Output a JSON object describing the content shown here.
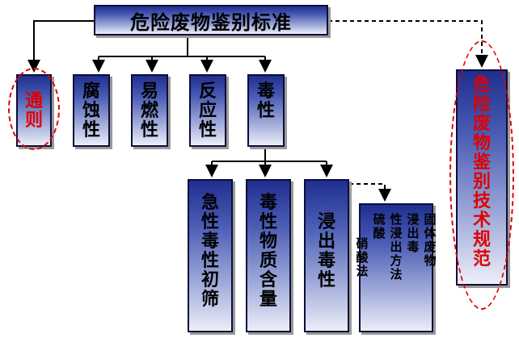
{
  "title": "危险废物鉴别标准",
  "left": "通则",
  "level1": [
    "腐蚀性",
    "易燃性",
    "反应性",
    "毒性"
  ],
  "toxicity": [
    "急性毒性初筛",
    "毒性物质含量",
    "浸出毒性"
  ],
  "leaching_method": [
    "固体废物",
    "浸出毒",
    "性浸出方法",
    "硫酸",
    "硝酸法"
  ],
  "right": "危险废物鉴别技术规范",
  "colors": {
    "box_top": "#1f2f8f",
    "box_bottom": "#eceef8",
    "emphasis": "#e00000",
    "line": "#000000"
  }
}
